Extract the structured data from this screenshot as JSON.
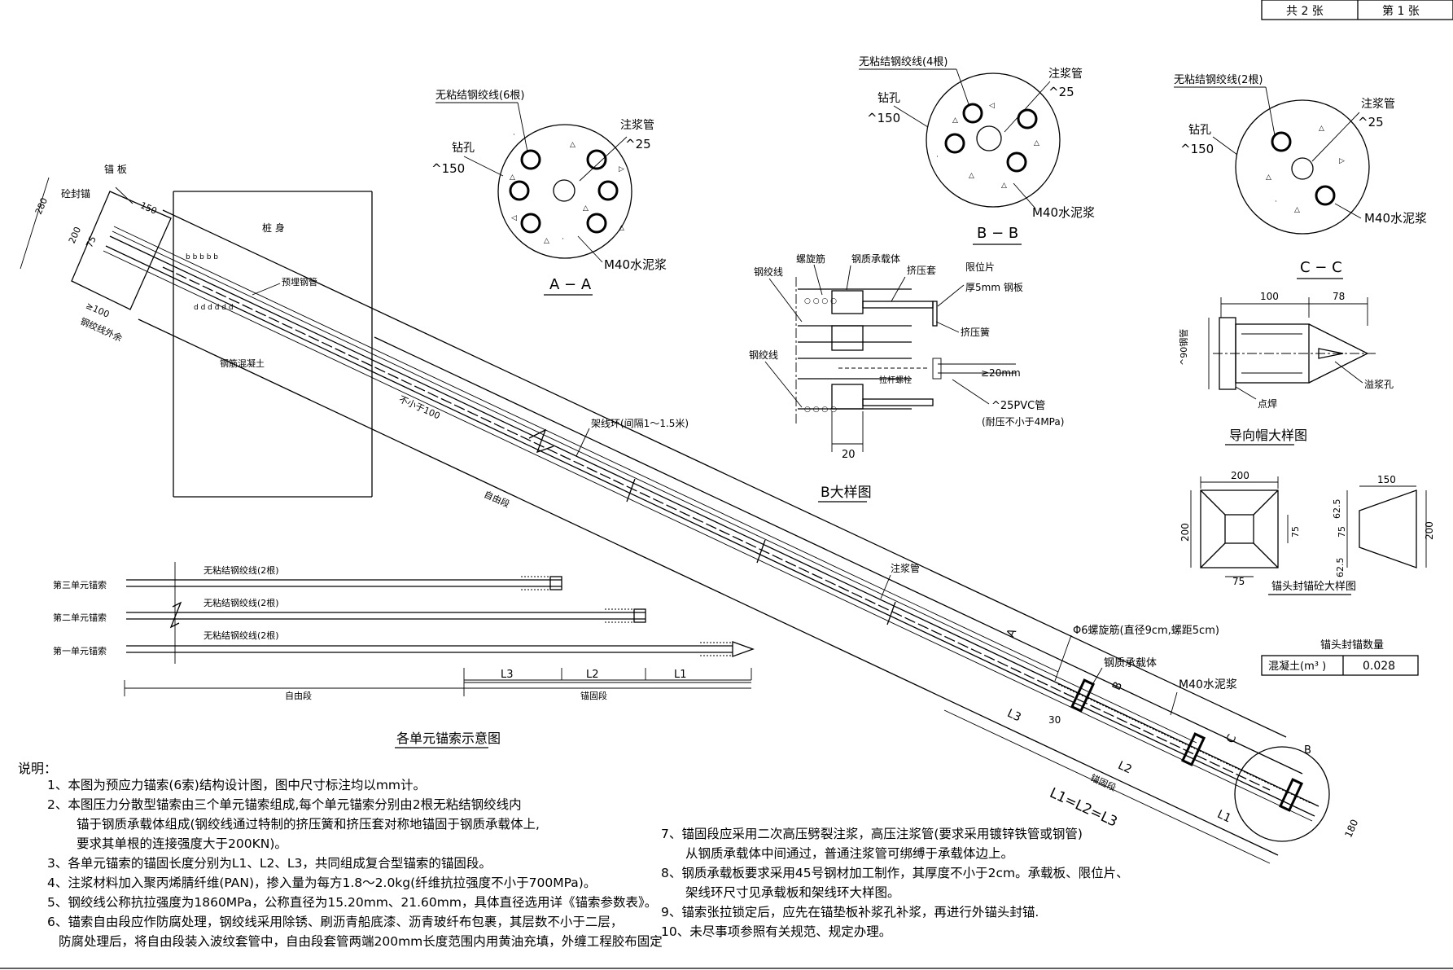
{
  "title_block": {
    "total_sheets": "共 2 张",
    "sheet_no": "第 1 张"
  },
  "section_aa": {
    "title": "A − A",
    "strand": "无粘结钢绞线(6根)",
    "grout_pipe": "注浆管",
    "grout_pipe_dim": "^25",
    "borehole": "钻孔",
    "borehole_dim": "^150",
    "grout": "M40水泥浆"
  },
  "section_bb": {
    "title": "B − B",
    "strand": "无粘结钢绞线(4根)",
    "grout_pipe": "注浆管",
    "grout_pipe_dim": "^25",
    "borehole": "钻孔",
    "borehole_dim": "^150",
    "grout": "M40水泥浆"
  },
  "section_cc": {
    "title": "C − C",
    "strand": "无粘结钢绞线(2根)",
    "grout_pipe": "注浆管",
    "grout_pipe_dim": "^25",
    "borehole": "钻孔",
    "borehole_dim": "^150",
    "grout": "M40水泥浆"
  },
  "detail_b": {
    "title": "B大样图",
    "spiral": "螺旋筋",
    "bearing": "钢质承载体",
    "squeeze_sleeve": "挤压套",
    "limit_plate": "限位片",
    "plate_thk": "厚5mm 钢板",
    "strand_top": "钢绞线",
    "squeeze_spring": "挤压簧",
    "strand_mid": "钢绞线",
    "bolt": "拉杆螺栓",
    "gap": "≥20mm",
    "pvc": "^25PVC管",
    "pvc_note": "(耐压不小于4MPa)",
    "dim": "20"
  },
  "guide_cap": {
    "title": "导向帽大样图",
    "dim_100": "100",
    "dim_78": "78",
    "pipe": "^90钢管",
    "weld": "点焊",
    "hole": "溢浆孔"
  },
  "anchor_head": {
    "title": "锚头封锚砼大样图",
    "dim_200_top": "200",
    "dim_200_left": "200",
    "dim_75_inner": "75",
    "dim_75_bottom": "75",
    "dim_150": "150",
    "dim_625_a": "62.5",
    "dim_75_side": "75",
    "dim_625_b": "62.5",
    "dim_200_right": "200"
  },
  "quantity_table": {
    "title": "锚头封锚数量",
    "item": "混凝土(m³ )",
    "value": "0.028"
  },
  "main_view": {
    "plate": "锚 板",
    "seal": "砼封锚",
    "dim_150": "150",
    "dim_280": "280",
    "dim_200": "200",
    "dim_75": "75",
    "dim_100": "≥100",
    "strand_extra": "钢绞线外余",
    "pile_body": "桩 身",
    "embedded_pipe": "预埋钢管",
    "rc": "钢筋混凝土",
    "min100": "不小于100",
    "spacer": "架线环(间隔1～1.5米)",
    "free_section": "自由段",
    "grout_pipe": "注浆管",
    "spiral_rebar": "Φ6螺旋筋(直径9cm,螺距5cm)",
    "bearing": "钢质承载体",
    "grout": "M40水泥浆",
    "anchor_section": "锚固段",
    "formula": "L1=L2=L3",
    "l3": "L3",
    "l2": "L2",
    "l1": "L1",
    "dim_30": "30",
    "dim_180": "180",
    "cut_a": "A",
    "cut_b": "B",
    "cut_c": "C"
  },
  "unit_schematic": {
    "title": "各单元锚索示意图",
    "unit3": "第三单元锚索",
    "unit2": "第二单元锚索",
    "unit1": "第一单元锚索",
    "strand_label": "无粘结钢绞线(2根)",
    "free": "自由段",
    "anchor": "锚固段",
    "l3": "L3",
    "l2": "L2",
    "l1": "L1"
  },
  "notes": {
    "heading": "说明：",
    "left": [
      "1、本图为预应力锚索(6索)结构设计图，图中尺寸标注均以mm计。",
      "2、本图压力分散型锚索由三个单元锚索组成,每个单元锚索分别由2根无粘结钢绞线内",
      "锚于钢质承载体组成(钢绞线通过特制的挤压簧和挤压套对称地锚固于钢质承载体上,",
      "要求其单根的连接强度大于200KN)。",
      "3、各单元锚索的锚固长度分别为L1、L2、L3，共同组成复合型锚索的锚固段。",
      "4、注浆材料加入聚丙烯腈纤维(PAN)，掺入量为每方1.8～2.0kg(纤维抗拉强度不小于700MPa)。",
      "5、钢绞线公称抗拉强度为1860MPa，公称直径为15.20mm、21.60mm，具体直径选用详《锚索参数表》。",
      "6、锚索自由段应作防腐处理，钢绞线采用除锈、刷沥青船底漆、沥青玻纤布包裹，其层数不小于二层，",
      "防腐处理后，将自由段装入波纹套管中，自由段套管两端200mm长度范围内用黄油充填，外缠工程胶布固定"
    ],
    "right": [
      "7、锚固段应采用二次高压劈裂注浆，高压注浆管(要求采用镀锌铁管或钢管)",
      "从钢质承载体中间通过，普通注浆管可绑缚于承载体边上。",
      "8、钢质承载板要求采用45号钢材加工制作，其厚度不小于2cm。承载板、限位片、",
      "架线环尺寸见承载板和架线环大样图。",
      "9、锚索张拉锁定后，应先在锚垫板补浆孔补浆，再进行外锚头封锚.",
      "10、未尽事项参照有关规范、规定办理。"
    ]
  }
}
